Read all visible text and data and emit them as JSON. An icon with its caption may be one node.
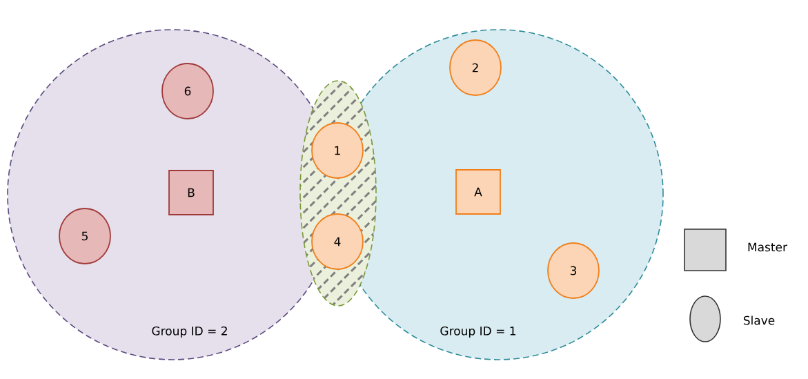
{
  "diagram": {
    "nodes": [
      {
        "text": [
          "Group ID = 2"
        ]
      },
      {
        "text": [
          "Group ID = 1"
        ]
      },
      {
        "text": [],
        "shape": "ellipse"
      },
      {
        "text": [
          "6"
        ],
        "in": 0
      },
      {
        "text": [
          "B"
        ],
        "in": 0
      },
      {
        "text": [
          "5"
        ],
        "in": 0
      },
      {
        "text": [
          "1"
        ],
        "in": 2
      },
      {
        "text": [
          "4"
        ],
        "in": 2
      },
      {
        "text": [
          "2"
        ],
        "in": 1
      },
      {
        "text": [
          "A"
        ],
        "in": 1
      },
      {
        "text": [
          "3"
        ],
        "in": 1
      }
    ],
    "legend": [
      {
        "text": "Master"
      },
      {
        "text": "Slave"
      }
    ]
  }
}
